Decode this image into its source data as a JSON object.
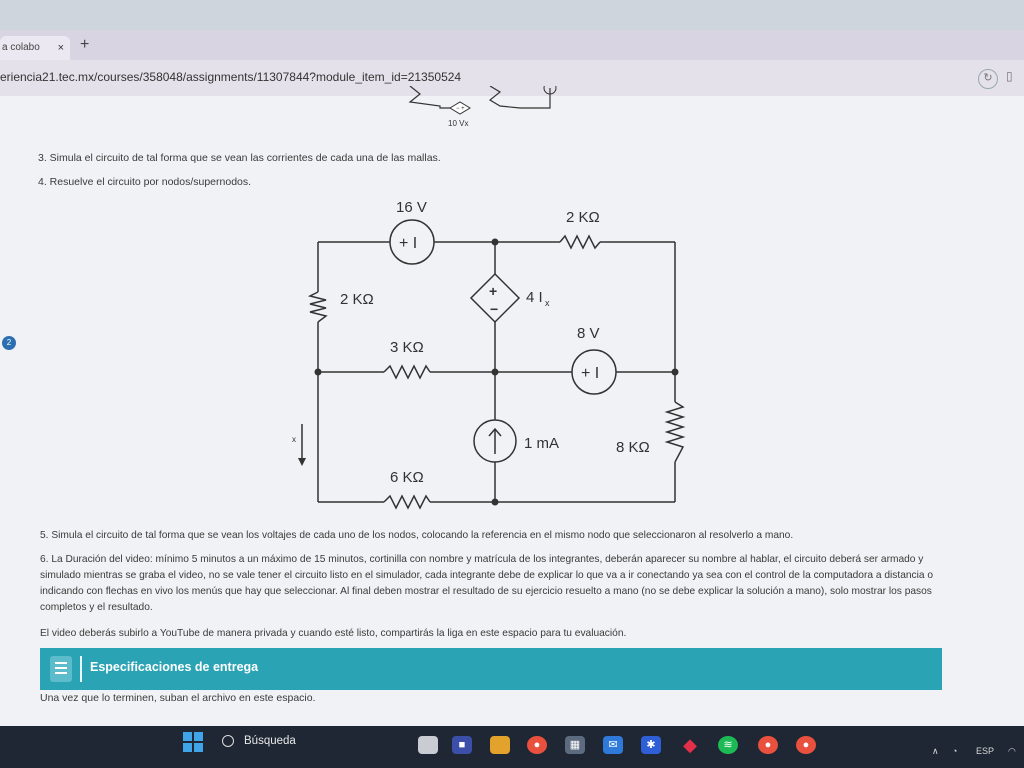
{
  "browser": {
    "tab_title": "a colabo",
    "tab_close": "×",
    "new_tab": "+",
    "url": "eriencia21.tec.mx/courses/358048/assignments/11307844?module_item_id=21350524"
  },
  "page": {
    "top_fragment_label": "10 Vx",
    "item3": "3. Simula el circuito de tal forma que se vean las corrientes de cada una de las mallas.",
    "item4": "4. Resuelve el circuito por nodos/supernodos.",
    "item5": "5. Simula el circuito de tal forma que se vean los voltajes de cada uno de los nodos, colocando la referencia en el mismo nodo que seleccionaron al resolverlo a mano.",
    "item6": "6. La Duración del video: mínimo 5 minutos a un máximo de 15 minutos, cortinilla con nombre y matrícula de los integrantes,  deberán aparecer su nombre al hablar, el circuito deberá ser armado y simulado mientras se graba el video, no se vale tener el circuito listo en el simulador, cada integrante debe de explicar lo que va a ir conectando ya sea con el control de la computadora a distancia o indicando con flechas en vivo los menús que hay que seleccionar. Al final deben mostrar el resultado de su ejercicio resuelto a mano (no se debe explicar la solución a mano), solo mostrar los pasos completos y el resultado.",
    "video_note": "El video deberás subirlo a YouTube de manera privada y cuando esté listo, compartirás la liga en este espacio para tu evaluación.",
    "banner_title": "Especificaciones de entrega",
    "after_banner": "Una vez que lo terminen, suban el archivo en este espacio.",
    "side_badge": "2"
  },
  "circuit": {
    "v16_label": "16 V",
    "r_top_label": "2 KΩ",
    "r_left_label": "2 KΩ",
    "dep_source_label": "4 I",
    "dep_source_sub": "x",
    "r_mid_label": "3 KΩ",
    "v8_label": "8 V",
    "current_label": "1 mA",
    "r_right_label": "8 KΩ",
    "ix_label": "I",
    "ix_sub": "x",
    "r_bottom_label": "6 KΩ",
    "plus_sign": "+",
    "minus_sign": "−",
    "source_polarity": "+ I"
  },
  "taskbar": {
    "search_label": "Búsqueda",
    "lang": "ESP"
  },
  "colors": {
    "banner": "#2aa3b4",
    "taskbar": "#1e2733",
    "wire": "#333333"
  }
}
